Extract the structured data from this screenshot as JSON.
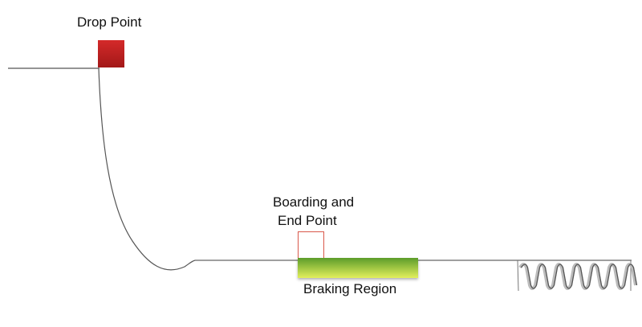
{
  "diagram": {
    "labels": {
      "drop_point": "Drop Point",
      "boarding_line1": "Boarding and",
      "boarding_line2": "End Point",
      "braking_region": "Braking Region"
    },
    "colors": {
      "track": "#555555",
      "drop_block_top": "#d42a2a",
      "drop_block_bottom": "#a31818",
      "boarding_box_outline": "#d9584a",
      "brake_top": "#5c9c2a",
      "brake_bottom": "#e3ef5c",
      "spring_dark": "#555555",
      "spring_light": "#bbbbbb"
    }
  }
}
